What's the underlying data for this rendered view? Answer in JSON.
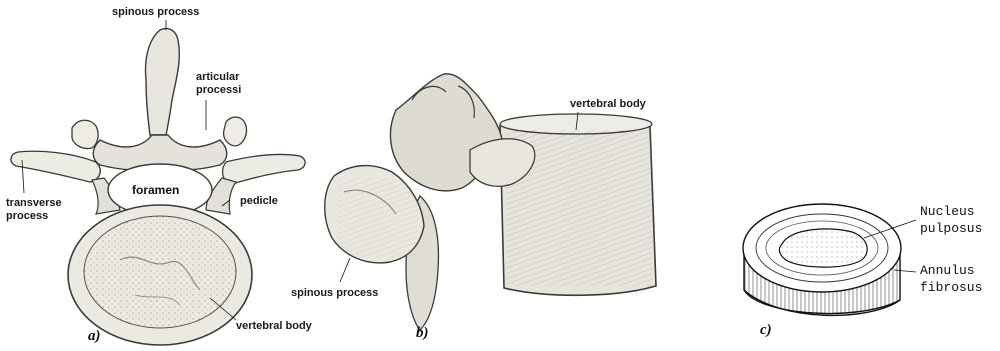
{
  "panels": {
    "a": {
      "tag": "a)",
      "labels": {
        "spinous_process": "spinous process",
        "articular_processi_line1": "articular",
        "articular_processi_line2": "processi",
        "foramen": "foramen",
        "pedicle": "pedicle",
        "transverse_process_line1": "transverse",
        "transverse_process_line2": "process",
        "vertebral_body": "vertebral body"
      }
    },
    "b": {
      "tag": "b)",
      "labels": {
        "vertebral_body": "vertebral body",
        "spinous_process": "spinous process"
      }
    },
    "c": {
      "tag": "c)",
      "labels": {
        "nucleus_line1": "Nucleus",
        "nucleus_line2": "pulposus",
        "annulus_line1": "Annulus",
        "annulus_line2": "fibrosus"
      }
    }
  },
  "colors": {
    "bone_fill": "#eceae3",
    "bone_shade": "#b9b5aa",
    "bone_outline": "#3a3a36",
    "ink": "#111111"
  }
}
